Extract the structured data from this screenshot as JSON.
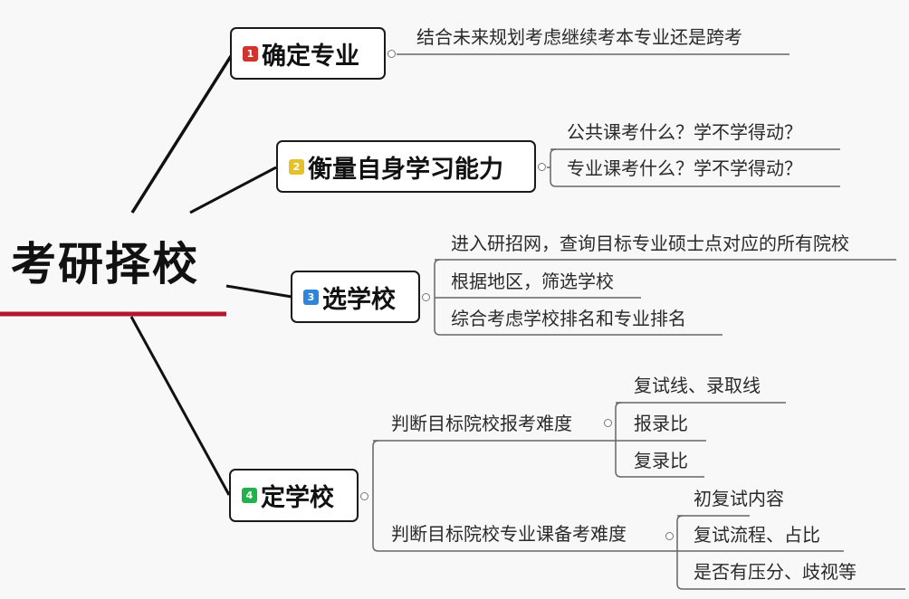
{
  "root": {
    "title": "考研择校",
    "underline_color": "#b5162b"
  },
  "topics": [
    {
      "number": "1",
      "label": "确定专业",
      "badge_color": "#d0342c",
      "children": [
        {
          "label": "结合未来规划考虑继续考本专业还是跨考"
        }
      ]
    },
    {
      "number": "2",
      "label": "衡量自身学习能力",
      "badge_color": "#e6c22a",
      "children": [
        {
          "label": "公共课考什么？学不学得动？"
        },
        {
          "label": "专业课考什么？学不学得动？"
        }
      ]
    },
    {
      "number": "3",
      "label": "选学校",
      "badge_color": "#2f86d8",
      "children": [
        {
          "label": "进入研招网，查询目标专业硕士点对应的所有院校"
        },
        {
          "label": "根据地区，筛选学校"
        },
        {
          "label": "综合考虑学校排名和专业排名"
        }
      ]
    },
    {
      "number": "4",
      "label": "定学校",
      "badge_color": "#22b24c",
      "children": [
        {
          "label": "判断目标院校报考难度",
          "children": [
            {
              "label": "复试线、录取线"
            },
            {
              "label": "报录比"
            },
            {
              "label": "复录比"
            }
          ]
        },
        {
          "label": "判断目标院校专业课备考难度",
          "children": [
            {
              "label": "初复试内容"
            },
            {
              "label": "复试流程、占比"
            },
            {
              "label": "是否有压分、歧视等"
            }
          ]
        }
      ]
    }
  ]
}
